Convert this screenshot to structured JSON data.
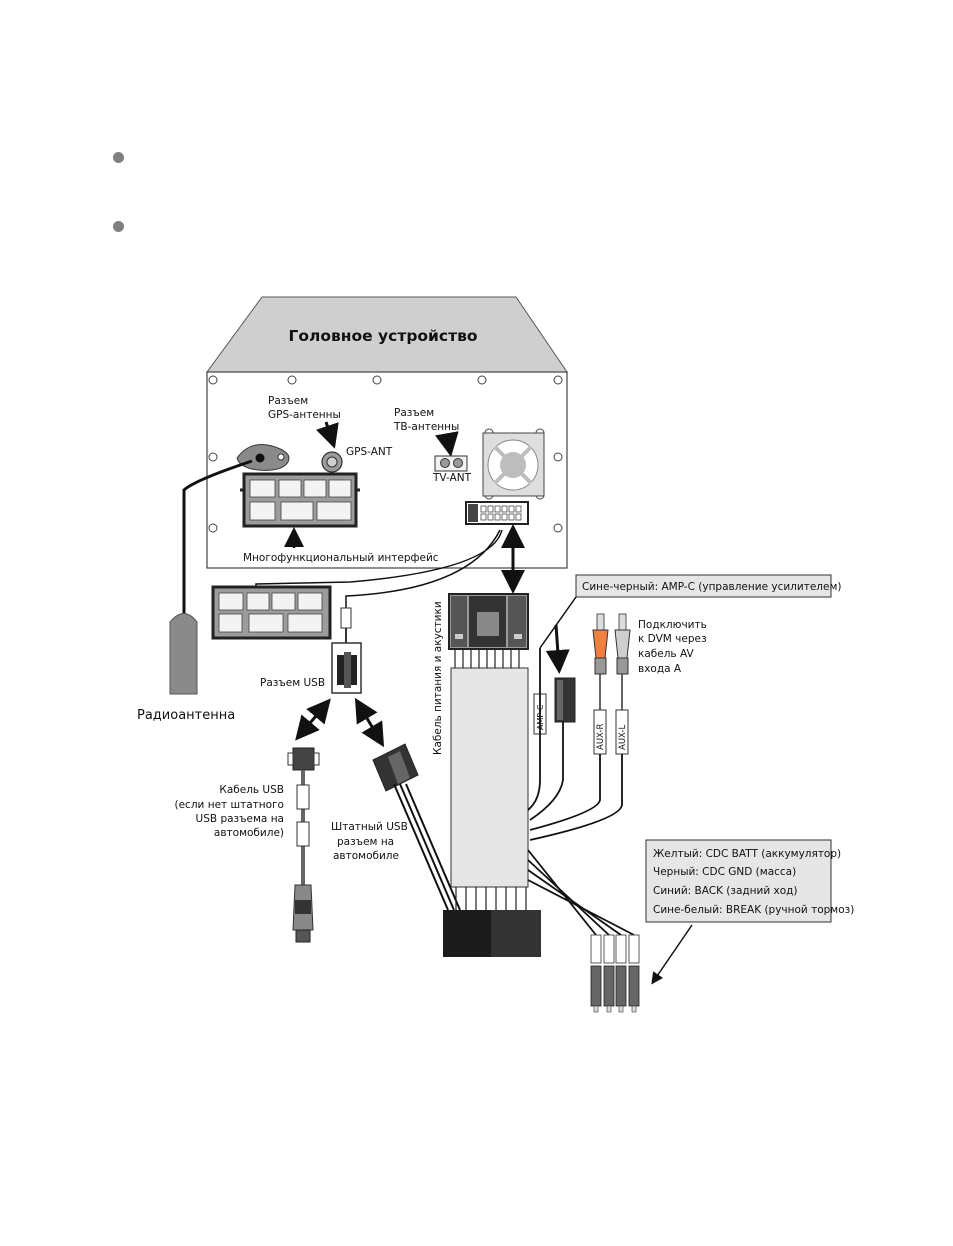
{
  "head_unit": {
    "title": "Головное устройство",
    "gps_connector_label": [
      "Разъем",
      "GPS-антенны"
    ],
    "gps_ant": "GPS-ANT",
    "tv_connector_label": [
      "Разъем",
      "ТВ-антенны"
    ],
    "tv_ant": "TV-ANT",
    "multi_interface": "Многофункциональный интерфейс"
  },
  "left_side": {
    "radio_antenna": "Радиоантенна",
    "usb_connector": "Разъем USB",
    "usb_cable": [
      "Кабель USB",
      "(если нет штатного",
      "USB разъема на",
      "автомобиле)"
    ],
    "factory_usb": [
      "Штатный USB",
      "разъем на",
      "автомобиле"
    ]
  },
  "right_side": {
    "power_cable": "Кабель питания и акустики",
    "amp_callout": "Сине-черный: AMP-C (управление усилителем)",
    "amp_tag": "AMP-C",
    "dvm": [
      "Подключить",
      "к DVM через",
      "кабель AV",
      "входа A"
    ],
    "aux_r": "AUX-R",
    "aux_l": "AUX-L",
    "wires_callout": [
      "Желтый: CDC BATT (аккумулятор)",
      "Черный: CDC GND (масса)",
      "Синий: BACK (задний ход)",
      "Сине-белый: BREAK (ручной тормоз)"
    ]
  },
  "colors": {
    "gray": "#808080",
    "dark": "#222222",
    "light": "#e6e6e6",
    "rca_red": "#f08040"
  }
}
